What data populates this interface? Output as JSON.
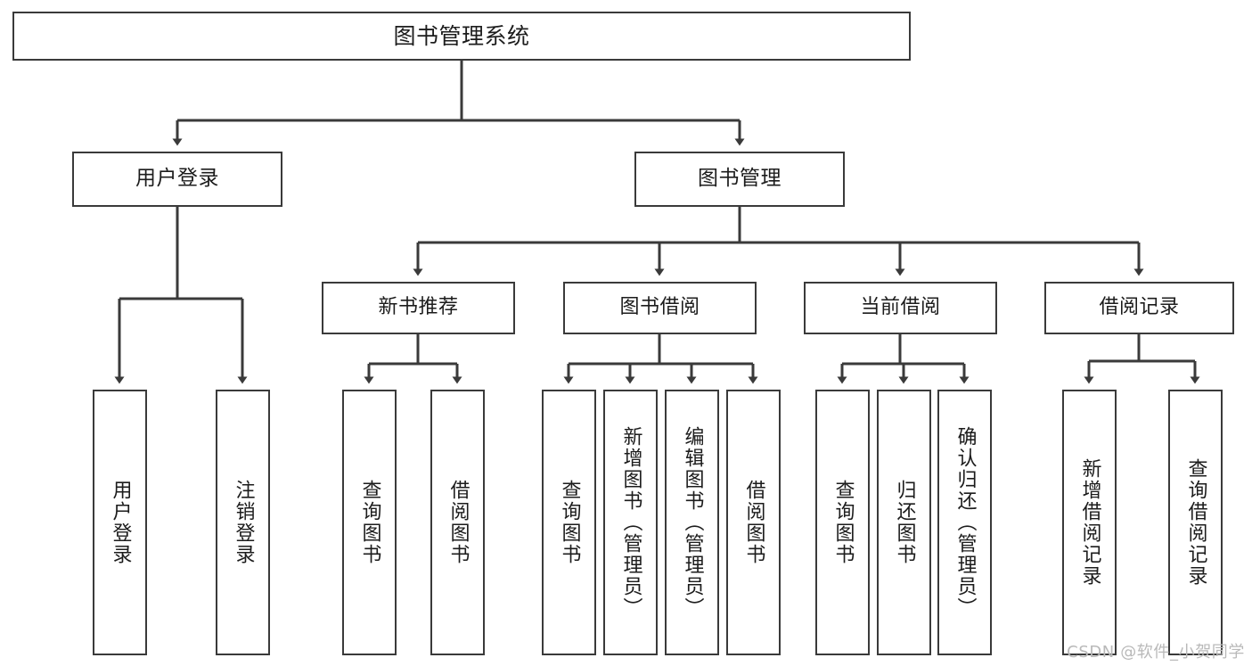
{
  "diagram": {
    "type": "tree-hierarchy",
    "title": "图书管理系统",
    "watermark": "CSDN @软件_小贺同学",
    "colors": {
      "stroke": "#3a3a3a",
      "box_fill": "#ffffff",
      "text": "#1c1c1c",
      "watermark": "#b9b9b9",
      "background": "#ffffff"
    },
    "levels": {
      "root": "图书管理系统",
      "level2": [
        "用户登录",
        "图书管理"
      ],
      "level3": [
        "新书推荐",
        "图书借阅",
        "当前借阅",
        "借阅记录"
      ]
    },
    "nodes": {
      "root": {
        "label": "图书管理系统"
      },
      "user_login": {
        "label": "用户登录"
      },
      "book_manage": {
        "label": "图书管理"
      },
      "new_book_rec": {
        "label": "新书推荐"
      },
      "book_borrow": {
        "label": "图书借阅"
      },
      "current_borrow": {
        "label": "当前借阅"
      },
      "borrow_record": {
        "label": "借阅记录"
      },
      "leaf_user_login": {
        "label": "用户登录"
      },
      "leaf_user_logout": {
        "label": "注销登录"
      },
      "leaf_rec_query_book": {
        "label": "查询图书"
      },
      "leaf_rec_borrow_book": {
        "label": "借阅图书"
      },
      "leaf_borrow_query_book": {
        "label": "查询图书"
      },
      "leaf_borrow_add_book": {
        "label": "新增图书（管理员）"
      },
      "leaf_borrow_edit_book": {
        "label": "编辑图书（管理员）"
      },
      "leaf_borrow_borrow_book": {
        "label": "借阅图书"
      },
      "leaf_current_query_book": {
        "label": "查询图书"
      },
      "leaf_current_return_book": {
        "label": "归还图书"
      },
      "leaf_current_confirm_return": {
        "label": "确认归还（管理员）"
      },
      "leaf_record_add": {
        "label": "新增借阅记录"
      },
      "leaf_record_query": {
        "label": "查询借阅记录"
      }
    },
    "edges": [
      {
        "from": "root",
        "to": "user_login"
      },
      {
        "from": "root",
        "to": "book_manage"
      },
      {
        "from": "user_login",
        "to": "leaf_user_login"
      },
      {
        "from": "user_login",
        "to": "leaf_user_logout"
      },
      {
        "from": "book_manage",
        "to": "new_book_rec"
      },
      {
        "from": "book_manage",
        "to": "book_borrow"
      },
      {
        "from": "book_manage",
        "to": "current_borrow"
      },
      {
        "from": "book_manage",
        "to": "borrow_record"
      },
      {
        "from": "new_book_rec",
        "to": "leaf_rec_query_book"
      },
      {
        "from": "new_book_rec",
        "to": "leaf_rec_borrow_book"
      },
      {
        "from": "book_borrow",
        "to": "leaf_borrow_query_book"
      },
      {
        "from": "book_borrow",
        "to": "leaf_borrow_add_book"
      },
      {
        "from": "book_borrow",
        "to": "leaf_borrow_edit_book"
      },
      {
        "from": "book_borrow",
        "to": "leaf_borrow_borrow_book"
      },
      {
        "from": "current_borrow",
        "to": "leaf_current_query_book"
      },
      {
        "from": "current_borrow",
        "to": "leaf_current_return_book"
      },
      {
        "from": "current_borrow",
        "to": "leaf_current_confirm_return"
      },
      {
        "from": "borrow_record",
        "to": "leaf_record_add"
      },
      {
        "from": "borrow_record",
        "to": "leaf_record_query"
      }
    ]
  }
}
